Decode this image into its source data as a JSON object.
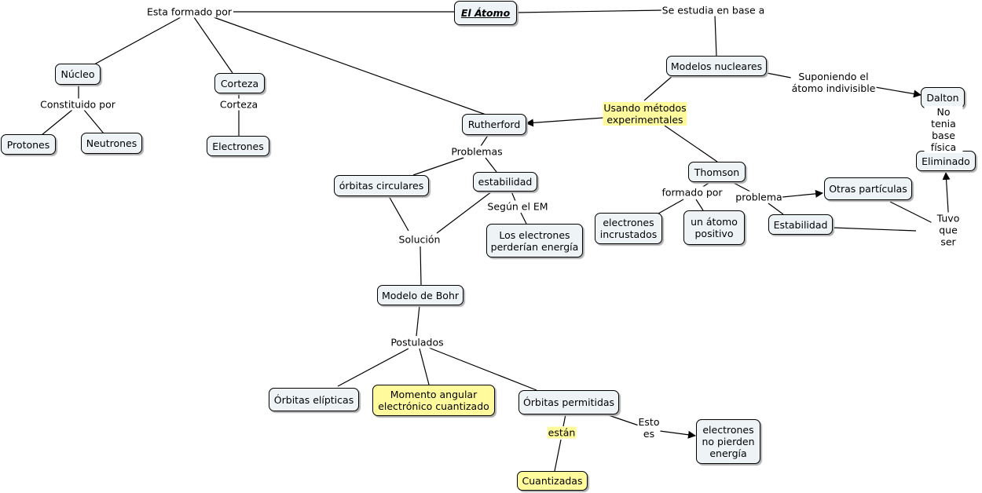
{
  "concepts": {
    "atomo": "El Átomo",
    "nucleo": "Núcleo",
    "corteza": "Corteza",
    "protones": "Protones",
    "neutrones": "Neutrones",
    "electrones": "Electrones",
    "rutherford": "Rutherford",
    "modelos": "Modelos nucleares",
    "dalton": "Dalton",
    "eliminado": "Eliminado",
    "thomson": "Thomson",
    "orbitas_circulares": "órbitas circulares",
    "estabilidad_r": "estabilidad",
    "perderian": "Los electrones\nperderían energía",
    "electrones_incrustados": "electrones\nincrustados",
    "atomo_positivo": "un átomo\npositivo",
    "otras_particulas": "Otras partículas",
    "estabilidad_t": "Estabilidad",
    "bohr": "Modelo de Bohr",
    "orbitas_elipticas": "Órbitas elípticas",
    "momento": "Momento angular\nelectrónico cuantizado",
    "orbitas_permitidas": "Órbitas permitidas",
    "no_pierden": "electrones\nno pierden\nenergía",
    "cuantizadas": "Cuantizadas"
  },
  "linking_phrases": {
    "esta_formado": "Esta formado por",
    "se_estudia": "Se estudia en base a",
    "constituido": "Constituido por",
    "corteza_link": "Corteza",
    "suponiendo": "Suponiendo el\nátomo indivisible",
    "no_tenia": "No tenia\nbase física",
    "usando": "Usando métodos\nexperimentales",
    "problemas": "Problemas",
    "segun": "Según el EM",
    "solucion": "Solución",
    "formado_por": "formado por",
    "problema": "problema",
    "tuvo": "Tuvo que ser",
    "postulados": "Postulados",
    "estan": "están",
    "esto_es": "Esto\nes"
  },
  "colors": {
    "concept_fill": "#eef3f6",
    "highlight_fill": "#fffb9c",
    "line": "#000000"
  }
}
